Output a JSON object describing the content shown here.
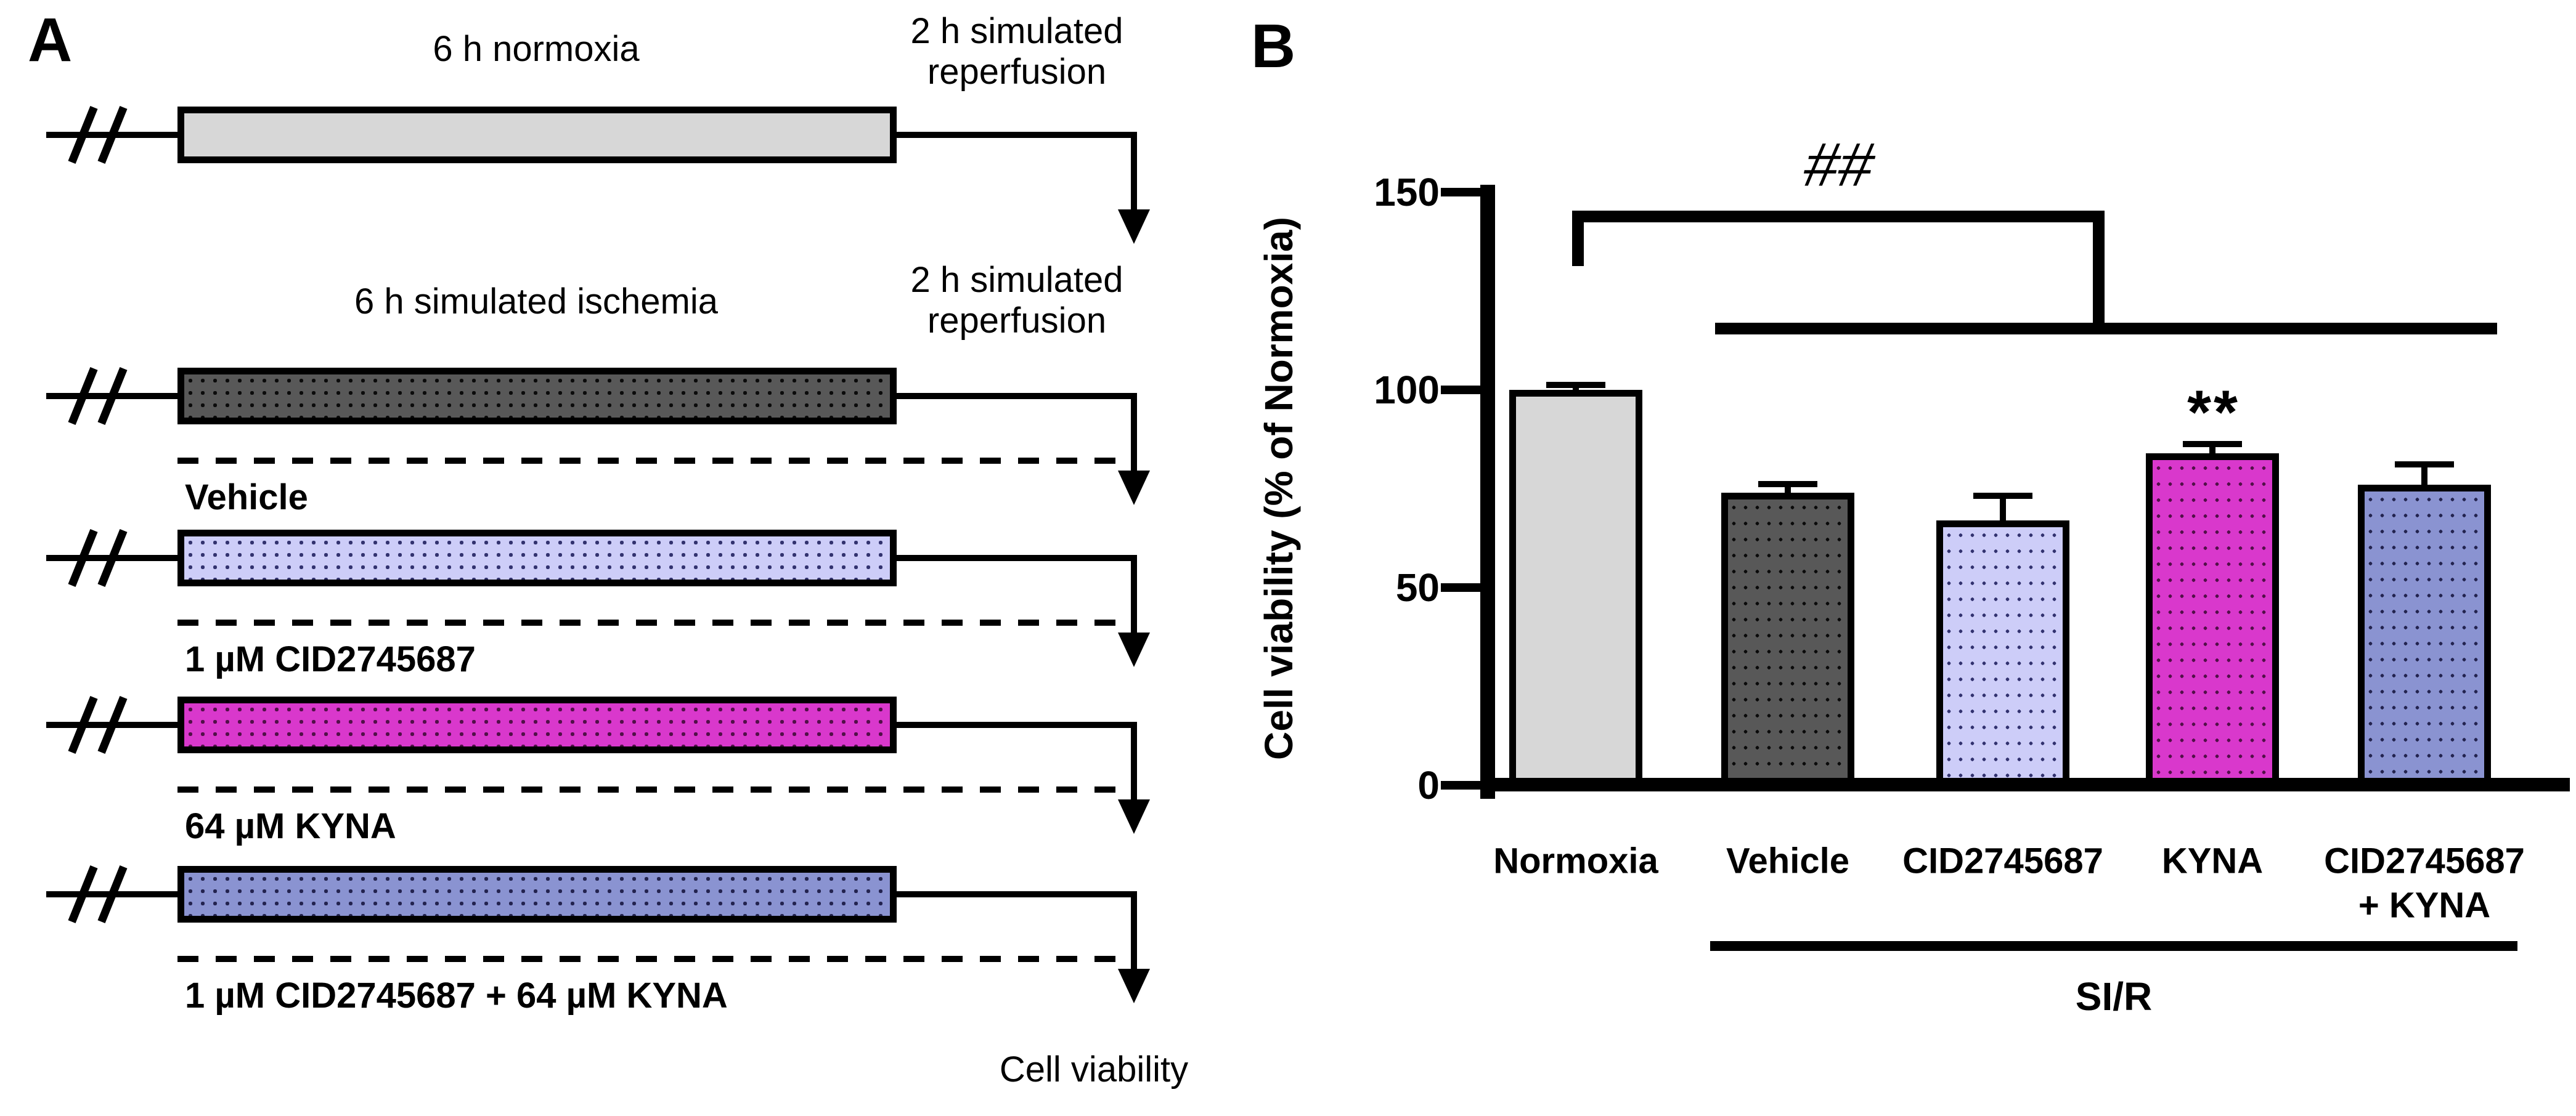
{
  "panelA": {
    "label": "A",
    "normoxia_timeline": {
      "phase1_label": "6 h normoxia",
      "phase2_label": "2 h simulated reperfusion",
      "bar_color": "#d7d7d7"
    },
    "sir_timeline_header": {
      "phase1_label": "6 h simulated ischemia",
      "phase2_label": "2 h simulated reperfusion"
    },
    "treatment_rows": [
      {
        "label": "Vehicle",
        "bar_color": "#585858",
        "dot_color": "#0a0a0a"
      },
      {
        "label": "1 µM CID2745687",
        "bar_color": "#cdcdf8",
        "dot_color": "#32326f"
      },
      {
        "label": "64 µM KYNA",
        "bar_color": "#d938cc",
        "dot_color": "#511048"
      },
      {
        "label": "1 µM CID2745687 + 64 µM KYNA",
        "bar_color": "#8a93d1",
        "dot_color": "#23234f"
      }
    ],
    "endpoint_label": "Cell viability"
  },
  "panelB": {
    "label": "B",
    "y_axis_title": "Cell viability (% of Normoxia)",
    "sig_group_symbol": "##",
    "sig_kyna_symbol": "**",
    "group_label": "SI/R"
  },
  "chart_data": {
    "type": "bar",
    "title": "",
    "xlabel": "",
    "ylabel": "Cell viability (% of Normoxia)",
    "ylim": [
      0,
      150
    ],
    "yticks": [
      0,
      50,
      100,
      150
    ],
    "grid": false,
    "legend": false,
    "categories": [
      "Normoxia",
      "Vehicle",
      "CID2745687",
      "KYNA",
      "CID2745687 + KYNA"
    ],
    "category_lines": [
      [
        "Normoxia"
      ],
      [
        "Vehicle"
      ],
      [
        "CID2745687"
      ],
      [
        "KYNA"
      ],
      [
        "CID2745687",
        "+ KYNA"
      ]
    ],
    "values": [
      100,
      74,
      67,
      84,
      76
    ],
    "errors": [
      2,
      3,
      7,
      3,
      6
    ],
    "bar_colors": [
      "#d7d7d7",
      "#585858",
      "#cdcdf8",
      "#d938cc",
      "#8a93d1"
    ],
    "dot_colors": [
      null,
      "#0a0a0a",
      "#32326f",
      "#511048",
      "#23234f"
    ],
    "group_label": "SI/R",
    "group_members": [
      "Vehicle",
      "CID2745687",
      "KYNA",
      "CID2745687 + KYNA"
    ],
    "annotations": [
      {
        "text": "##",
        "location": "bracket from Normoxia to SI/R group line"
      },
      {
        "text": "**",
        "location": "above KYNA bar"
      }
    ]
  }
}
